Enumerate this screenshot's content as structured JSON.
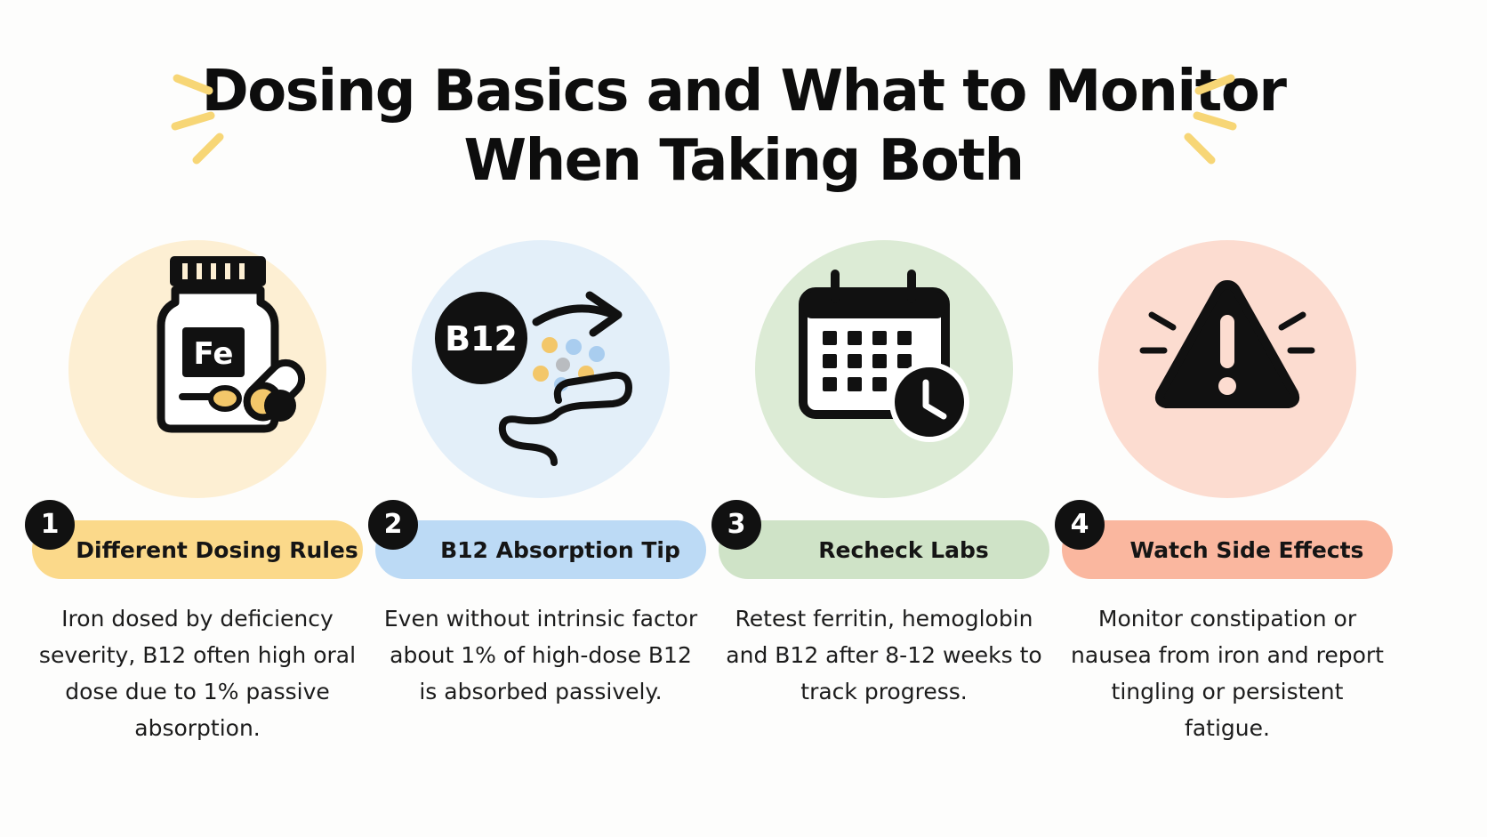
{
  "title": {
    "line1": "Dosing Basics and What to Monitor",
    "line2": "When Taking Both"
  },
  "colors": {
    "spark": "#f7d676",
    "step1": "#fbd98a",
    "step1_bg": "#fdefd3",
    "step2": "#bcdaf5",
    "step2_bg": "#e3eff9",
    "step3": "#cfe3c7",
    "step3_bg": "#dcebd5",
    "step4": "#fab79f",
    "step4_bg": "#fcdcd0"
  },
  "steps": [
    {
      "number": "1",
      "label": "Different Dosing Rules",
      "icon": "iron-supplement-bottle-icon",
      "icon_text": "Fe",
      "description": "Iron dosed by deficiency severity, B12 often high oral dose due to 1% passive absorption."
    },
    {
      "number": "2",
      "label": "B12 Absorption Tip",
      "icon": "b12-absorption-icon",
      "icon_text": "B12",
      "description": "Even without intrinsic factor about 1% of high-dose B12 is absorbed passively."
    },
    {
      "number": "3",
      "label": "Recheck Labs",
      "icon": "calendar-clock-icon",
      "description": "Retest ferritin, hemoglobin and B12 after 8-12 weeks to track progress."
    },
    {
      "number": "4",
      "label": "Watch Side Effects",
      "icon": "warning-triangle-icon",
      "description": "Monitor constipation or nausea from iron and report tingling or persistent fatigue."
    }
  ]
}
